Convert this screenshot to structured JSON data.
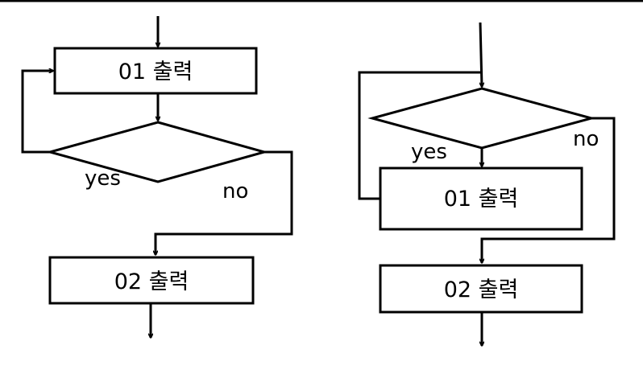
{
  "left_flowchart": {
    "box_top": "01 출력",
    "decision_yes": "yes",
    "decision_no": "no",
    "box_bottom": "02 출력"
  },
  "right_flowchart": {
    "decision_yes": "yes",
    "decision_no": "no",
    "box_top": "01 출력",
    "box_bottom": "02 출력"
  },
  "colors": {
    "line": "#000000",
    "background": "#ffffff"
  }
}
